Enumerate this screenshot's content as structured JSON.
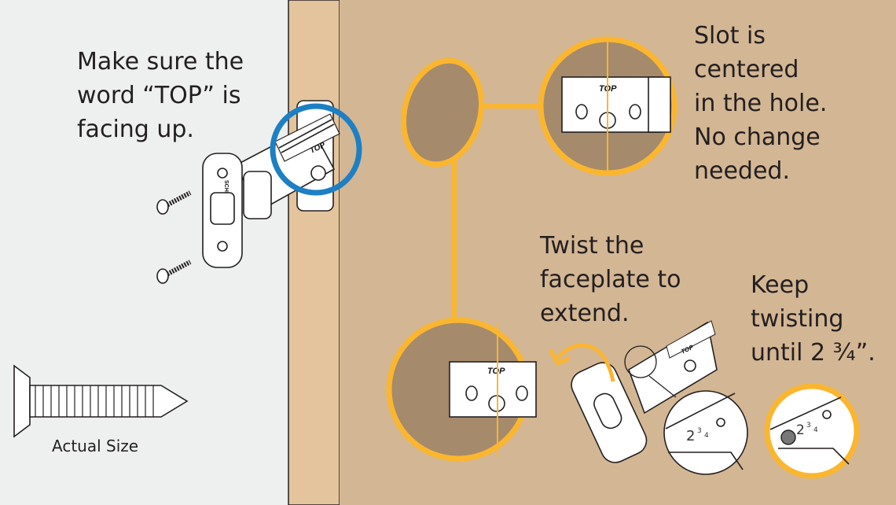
{
  "colors": {
    "panel": "#eef0f0",
    "door_edge": "#e4c49c",
    "door_face": "#d3b694",
    "hole": "#a58a6c",
    "accent_orange": "#fbb630",
    "highlight_blue": "#1d7fc4"
  },
  "step1": {
    "lines": [
      "Make sure the",
      "word “TOP” is",
      "facing up."
    ]
  },
  "screw": {
    "caption": "Actual Size"
  },
  "slot_note": {
    "lines": [
      "Slot is",
      "centered",
      "in the hole.",
      "No change",
      "needed."
    ]
  },
  "twist_note": {
    "lines": [
      "Twist the",
      "faceplate to",
      "extend."
    ]
  },
  "keep_note": {
    "lines": [
      "Keep",
      "twisting",
      "until 2 ¾”."
    ]
  },
  "latch_labels": {
    "top": "TOP",
    "brand": "SCHLAGE",
    "size_main": "2",
    "size_frac_num": "3",
    "size_frac_den": "4"
  },
  "icons": [
    "latch-illustration",
    "screw-icon",
    "blue-highlight-circle",
    "curved-arrow-icon",
    "magnifier-circle"
  ]
}
